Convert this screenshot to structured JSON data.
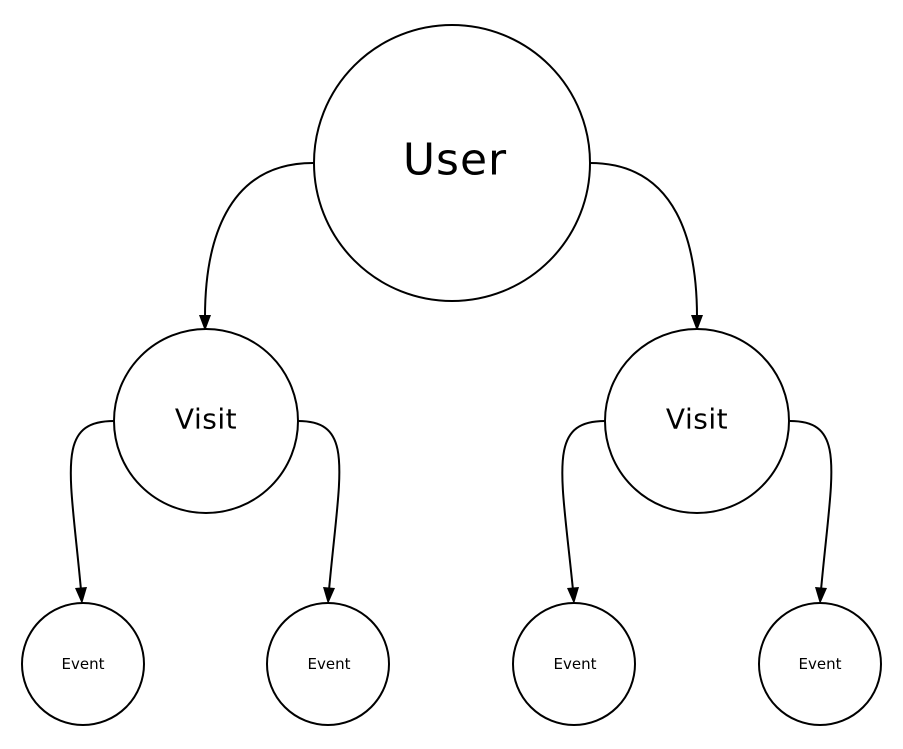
{
  "diagram": {
    "nodes": {
      "user": {
        "label": "User"
      },
      "visit_left": {
        "label": "Visit"
      },
      "visit_right": {
        "label": "Visit"
      },
      "event_1": {
        "label": "Event"
      },
      "event_2": {
        "label": "Event"
      },
      "event_3": {
        "label": "Event"
      },
      "event_4": {
        "label": "Event"
      }
    },
    "edges": [
      {
        "from": "user",
        "to": "visit_left"
      },
      {
        "from": "user",
        "to": "visit_right"
      },
      {
        "from": "visit_left",
        "to": "event_1"
      },
      {
        "from": "visit_left",
        "to": "event_2"
      },
      {
        "from": "visit_right",
        "to": "event_3"
      },
      {
        "from": "visit_right",
        "to": "event_4"
      }
    ],
    "colors": {
      "stroke": "#000000",
      "fill": "#ffffff",
      "text": "#000000"
    }
  }
}
